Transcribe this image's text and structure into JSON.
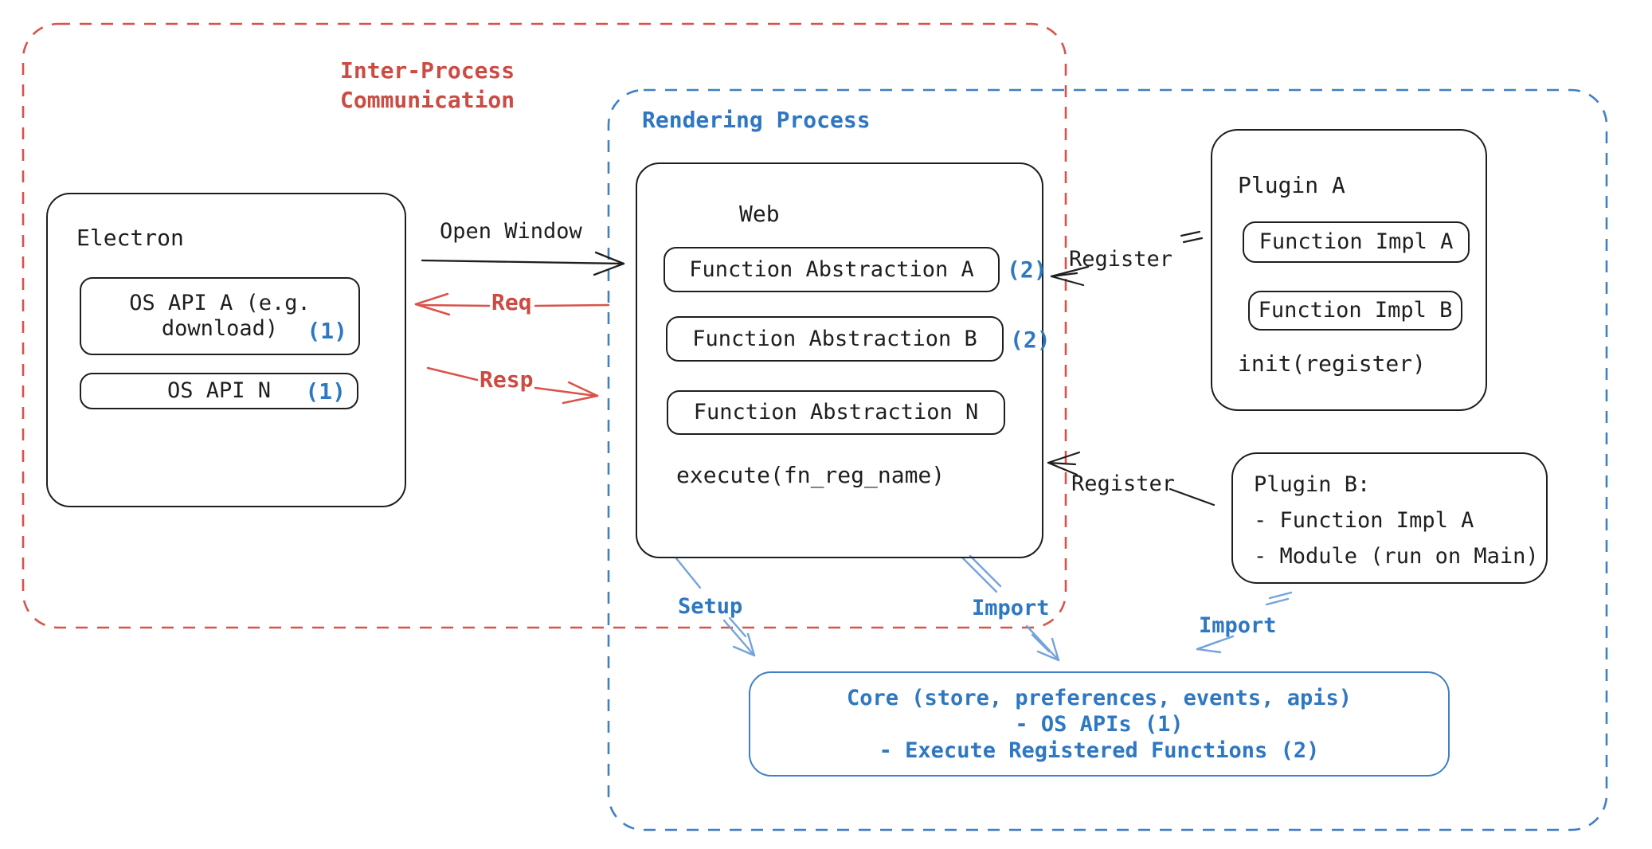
{
  "colors": {
    "red": "#cc4b42",
    "red_dash": "#d9534a",
    "blue": "#2e77c2",
    "blue_dash": "#3f7fc6",
    "blue_arrow": "#74a3dc",
    "ink": "#1e1e1e"
  },
  "groups": {
    "ipc_label": "Inter-Process\nCommunication",
    "rendering_label": "Rendering Process"
  },
  "electron": {
    "title": "Electron",
    "api_a_label": "OS API A (e.g.\ndownload)",
    "api_a_badge": "(1)",
    "api_n_label": "OS API N",
    "api_n_badge": "(1)"
  },
  "web": {
    "title": "Web",
    "fa_a": "Function Abstraction A",
    "fa_a_badge": "(2)",
    "fa_b": "Function Abstraction B",
    "fa_b_badge": "(2)",
    "fa_n": "Function Abstraction N",
    "footer": "execute(fn_reg_name)"
  },
  "plugin_a": {
    "title": "Plugin A",
    "impl_a": "Function Impl A",
    "impl_b": "Function Impl B",
    "footer": "init(register)"
  },
  "plugin_b": {
    "text": "Plugin B:\n- Function Impl A\n- Module (run on Main)"
  },
  "core": {
    "text": "Core (store, preferences, events, apis)\n- OS APIs (1)\n- Execute Registered Functions (2)"
  },
  "edges": {
    "open_window": "Open Window",
    "req": "Req",
    "resp": "Resp",
    "register_top": "Register",
    "register_bottom": "Register",
    "setup": "Setup",
    "import_web": "Import",
    "import_plugin": "Import"
  }
}
